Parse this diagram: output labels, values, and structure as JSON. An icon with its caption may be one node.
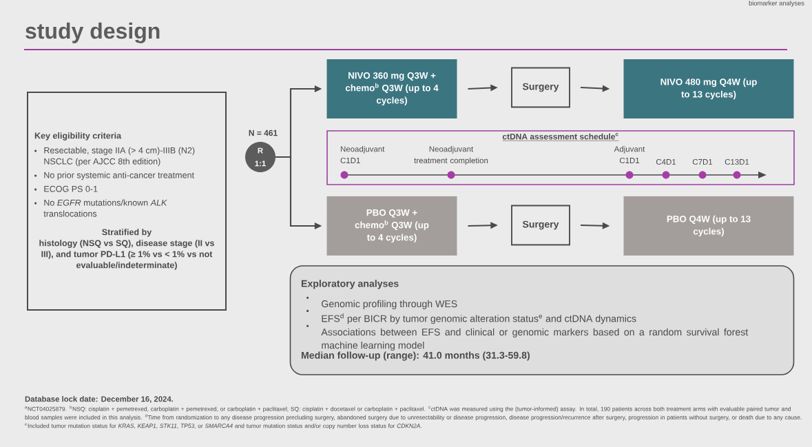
{
  "diagram": {
    "title": "study design",
    "nodes": [
      {
        "text": [
          "Key eligibility criteria",
          "Resectable, stage IIA (> 4 cm)-IIIB (N2) NSCLC (per AJCC 8th edition)",
          "No prior systemic anti-cancer treatment",
          "ECOG PS 0-1",
          "No *EGFR* mutations/known *ALK* translocations",
          "Stratified by",
          "histology (NSQ vs SQ), disease stage (II vs III), and tumor PD-L1 (≥ 1% vs < 1% vs not evaluable/indeterminate)"
        ]
      },
      {
        "text": [
          "R 1:1"
        ],
        "beside": [
          "N = 461"
        ]
      },
      {
        "text": [
          "NIVO 360 mg Q3W + chemo$^{b}$ Q3W (up to 4 cycles)"
        ]
      },
      {
        "text": [
          "Surgery"
        ]
      },
      {
        "text": [
          "NIVO 480 mg Q4W (up to 13 cycles)"
        ]
      },
      {
        "text": [
          "ctDNA assessment schedule$^{c}$"
        ]
      },
      {
        "text": [
          "PBO Q3W + chemo$^{b}$ Q3W (up to 4 cycles)"
        ]
      },
      {
        "text": [
          "Surgery"
        ]
      },
      {
        "text": [
          "PBO Q4W (up to 13 cycles)"
        ]
      },
      {
        "text": [
          "Exploratory analyses",
          "Genomic profiling through WES",
          "EFS$^{d}$ per BICR by tumor genomic alteration status$^{e}$ and ctDNA dynamics",
          "Associations between EFS and clinical or genomic markers based on a random survival forest machine learning model",
          "Median follow-up (range): 41.0 months (31.3-59.8)"
        ]
      }
    ],
    "edges": [
      {
        "from": 1,
        "to": 2,
        "arrow": "to"
      },
      {
        "from": 1,
        "to": 6,
        "arrow": "to"
      },
      {
        "from": 2,
        "to": 3,
        "arrow": "to"
      },
      {
        "from": 3,
        "to": 4,
        "arrow": "to"
      },
      {
        "from": 6,
        "to": 7,
        "arrow": "to"
      },
      {
        "from": 7,
        "to": 8,
        "arrow": "to"
      }
    ],
    "labels": [
      "biomarker analyses",
      "Neoadjuvant C1D1",
      "Neoadjuvant treatment completion",
      "Adjuvant C1D1",
      "C4D1",
      "C7D1",
      "C13D1",
      "Database lock date: December 16, 2024.",
      "$^{a}$NCT04025879. $^{b}$NSQ: cisplatin + pemetrexed, carboplatin + pemetrexed, or carboplatin + paclitaxel; SQ: cisplatin + docetaxel or carboplatin + paclitaxel. $^{c}$ctDNA was measured using the (tumor-informed) assay. In total, 190 patients across both treatment arms with evaluable paired tumor and blood samples were included in this analysis. $^{d}$Time from randomization to any disease progression precluding surgery, abandoned surgery due to unresectability or disease progression, disease progression/recurrence after surgery, progression in patients without surgery, or death due to any cause. $^{e}$Included tumor mutation status for *KRAS*, *KEAP1*, *STK11*, *TP53*, or *SMARCA4* and tumor mutation status and/or copy number loss status for *CDKN2A*."
    ]
  }
}
